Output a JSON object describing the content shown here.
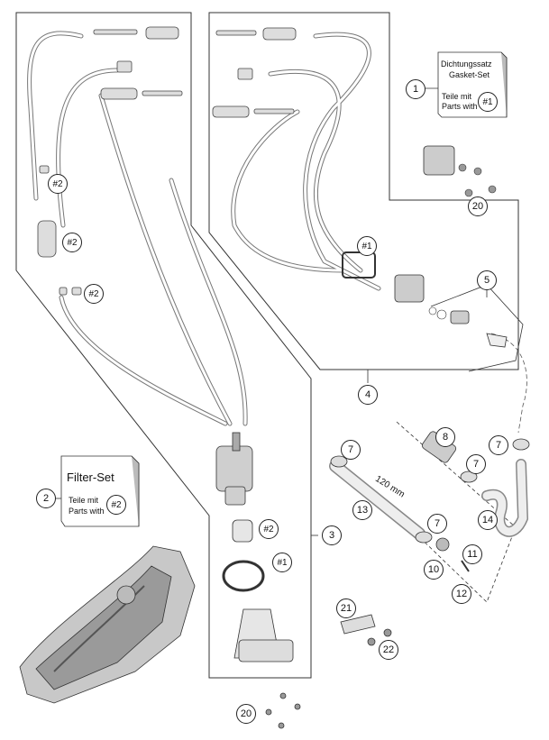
{
  "gasket_set": {
    "callout": "1",
    "title_de": "Dichtungssatz",
    "title_en": "Gasket-Set",
    "teile_mit": "Teile mit",
    "parts_with": "Parts with",
    "ref": "#1"
  },
  "filter_set": {
    "callout": "2",
    "title": "Filter-Set",
    "teile_mit": "Teile mit",
    "parts_with": "Parts with",
    "ref": "#2"
  },
  "callouts": {
    "n3": "3",
    "n4": "4",
    "n5": "5",
    "n7a": "7",
    "n7b": "7",
    "n7c": "7",
    "n7d": "7",
    "n8": "8",
    "n10": "10",
    "n11": "11",
    "n12": "12",
    "n13": "13",
    "n14": "14",
    "n20a": "20",
    "n20b": "20",
    "n21": "21",
    "n22": "22"
  },
  "refs": {
    "r2a": "#2",
    "r2b": "#2",
    "r2c": "#2",
    "r2d": "#2",
    "r1a": "#1",
    "r1b": "#1"
  },
  "dimension": "120 mm"
}
